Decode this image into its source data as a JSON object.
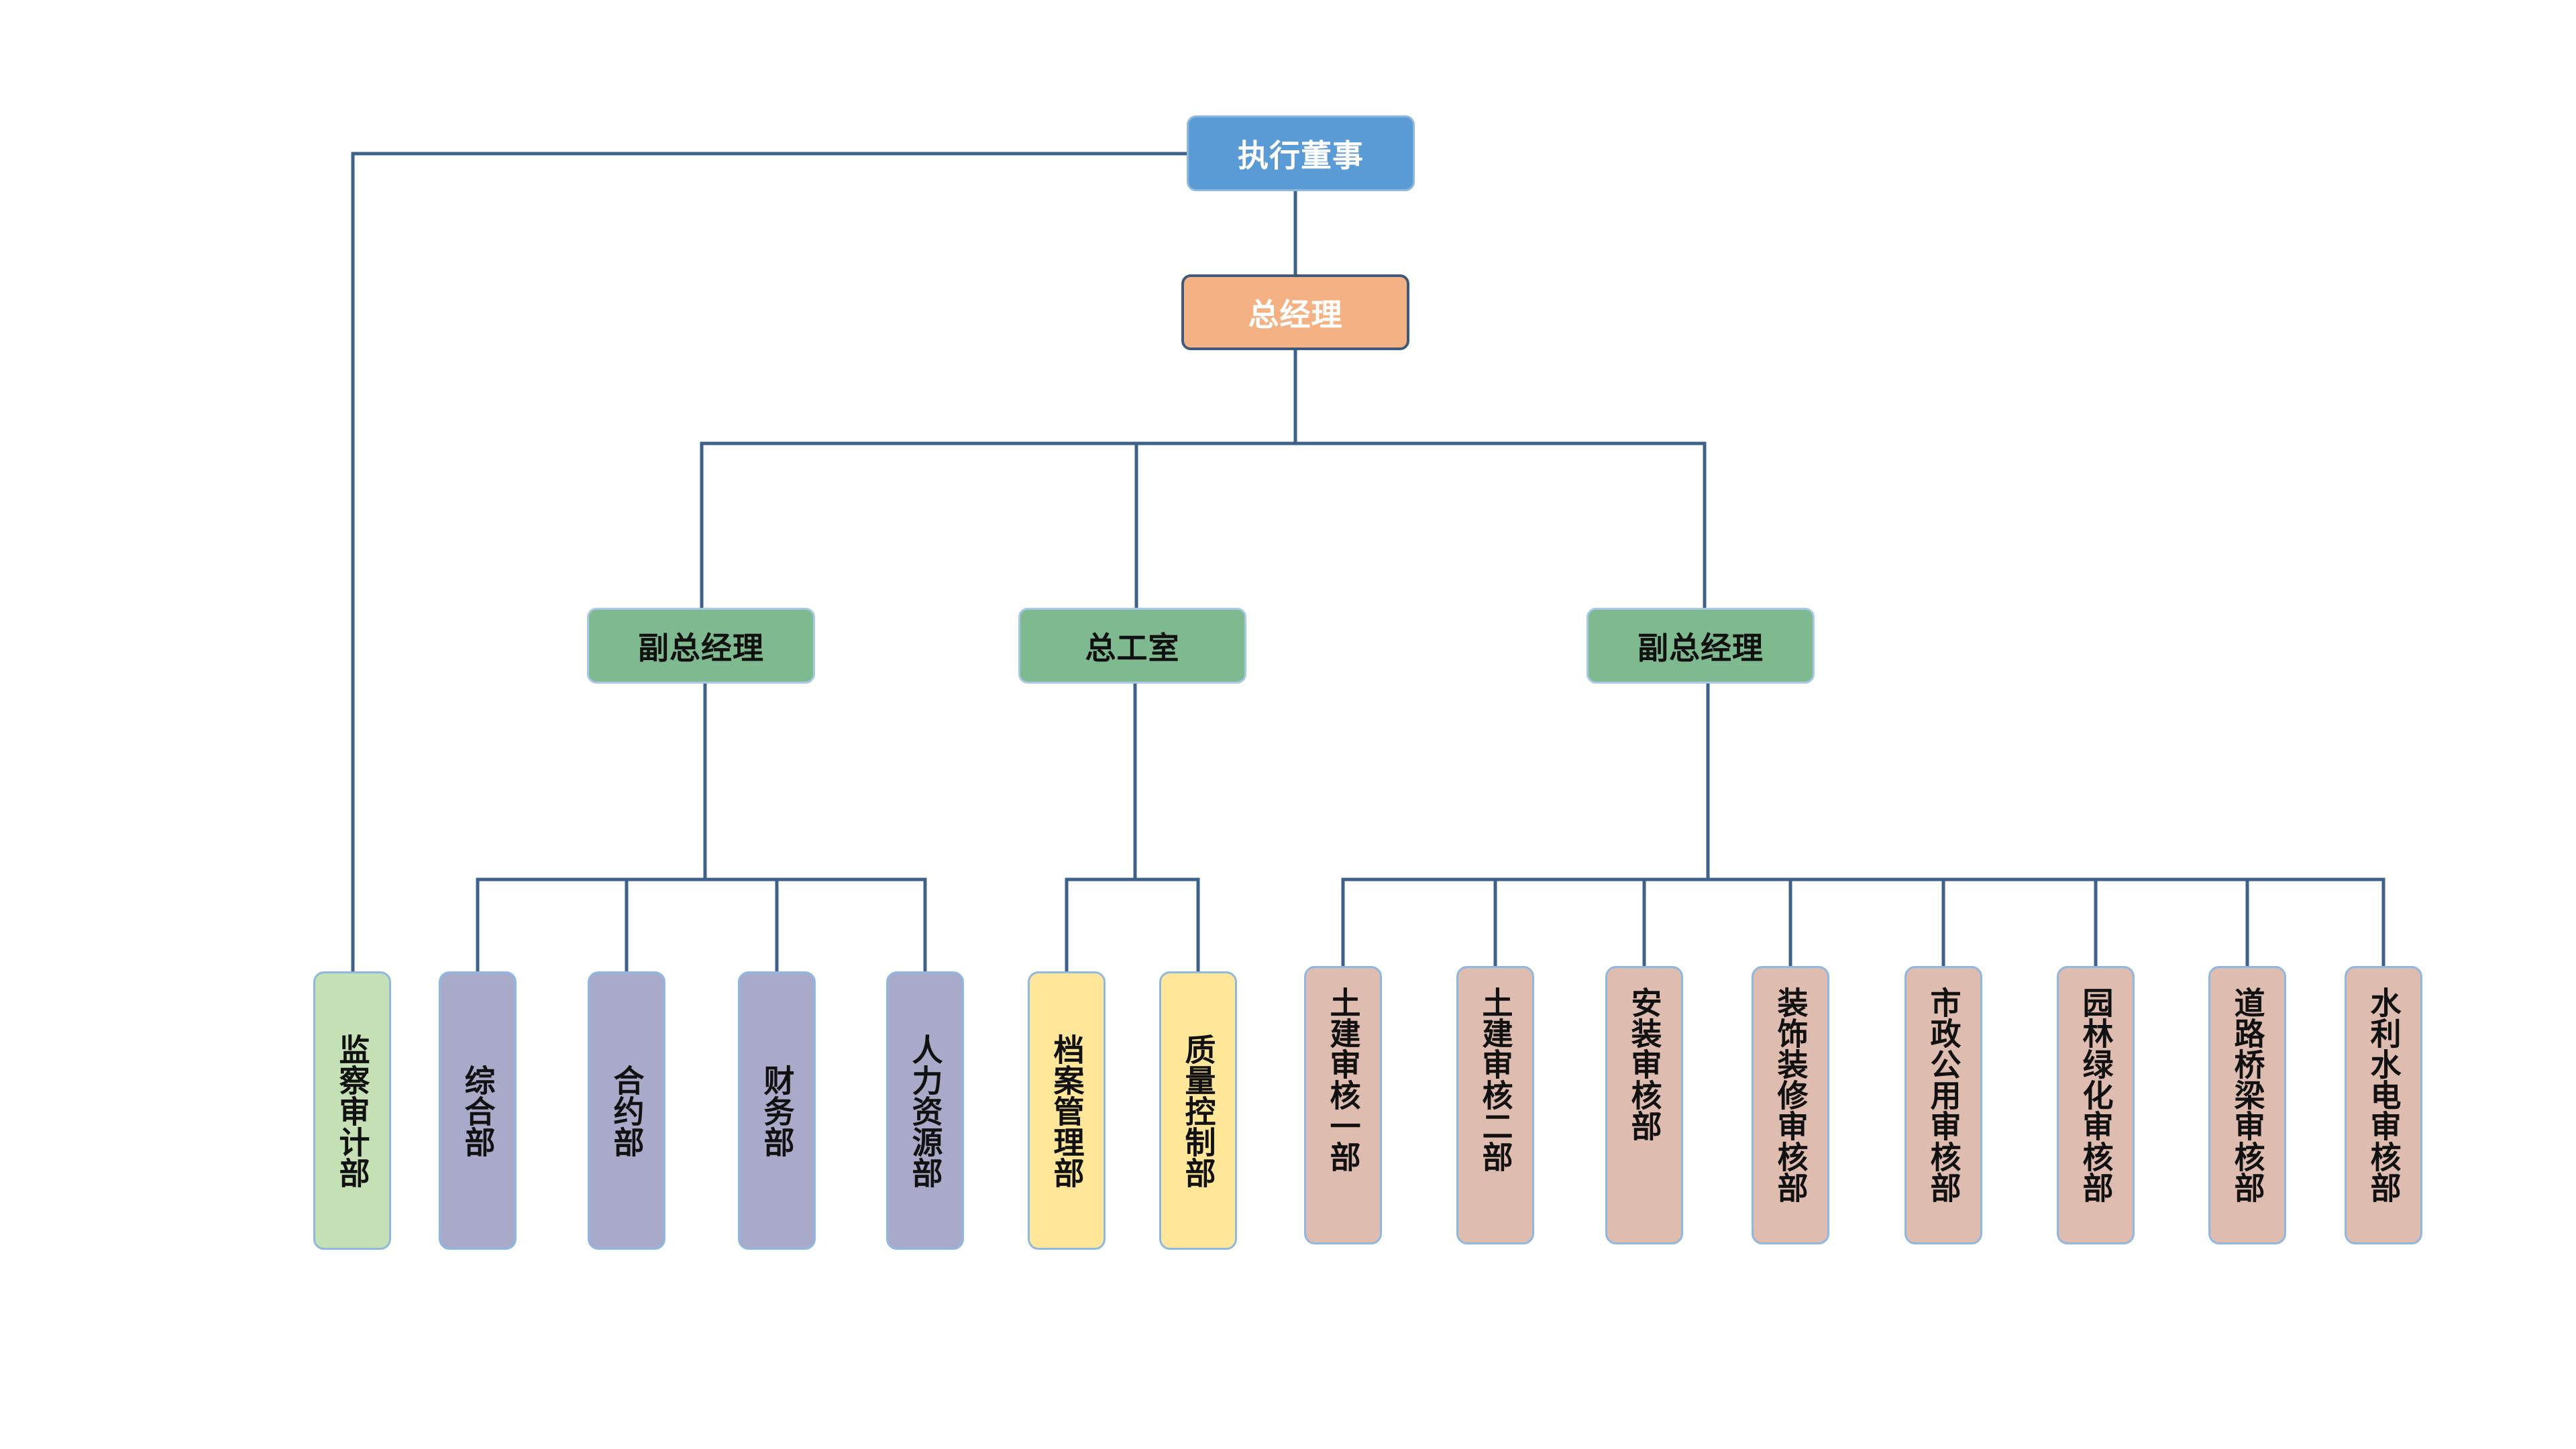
{
  "colors": {
    "connector": "#3e6189",
    "board": "#5b9bd5",
    "gm": "#f4b183",
    "vp": "#7fb98f",
    "audit": "#c5e0b4",
    "admin": "#a9a9c9",
    "engineering": "#ffe699",
    "review": "#dfbcb0"
  },
  "nodes": {
    "board": "执行董事",
    "gm": "总经理",
    "vp_left": "副总经理",
    "chief_eng": "总工室",
    "vp_right": "副总经理",
    "audit": "监察审计部",
    "general": "综合部",
    "contract": "合约部",
    "finance": "财务部",
    "hr": "人力资源部",
    "archives": "档案管理部",
    "quality": "质量控制部",
    "civil1": "土建审核一部",
    "civil2": "土建审核二部",
    "install": "安装审核部",
    "decor": "装饰装修审核部",
    "municipal": "市政公用审核部",
    "garden": "园林绿化审核部",
    "road": "道路桥梁审核部",
    "water": "水利水电审核部"
  }
}
